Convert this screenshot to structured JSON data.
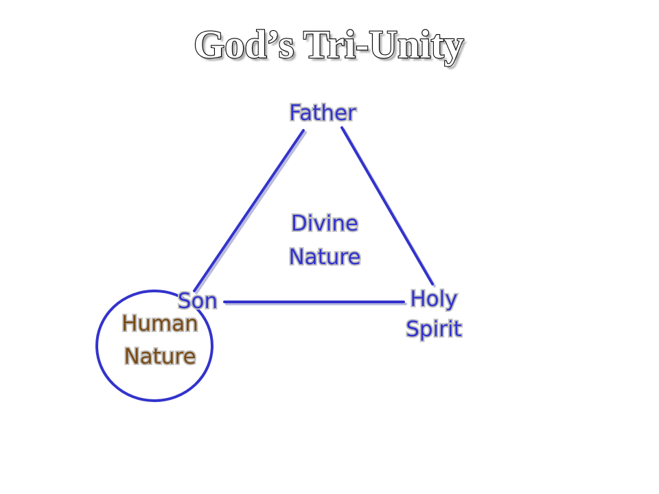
{
  "slide": {
    "title": "God’s Tri-Unity"
  },
  "diagram": {
    "nodes": {
      "father": "Father",
      "son": "Son",
      "holy_spirit": {
        "line1": "Holy",
        "line2": "Spirit"
      }
    },
    "center": {
      "line1": "Divine",
      "line2": "Nature"
    },
    "circle": {
      "line1": "Human",
      "line2": "Nature"
    }
  },
  "colors": {
    "line": "#3333cc",
    "label_blue": "#3333cc",
    "label_brown": "#7a4a12",
    "title": "#000000",
    "shadow": "#a8a8a8"
  }
}
